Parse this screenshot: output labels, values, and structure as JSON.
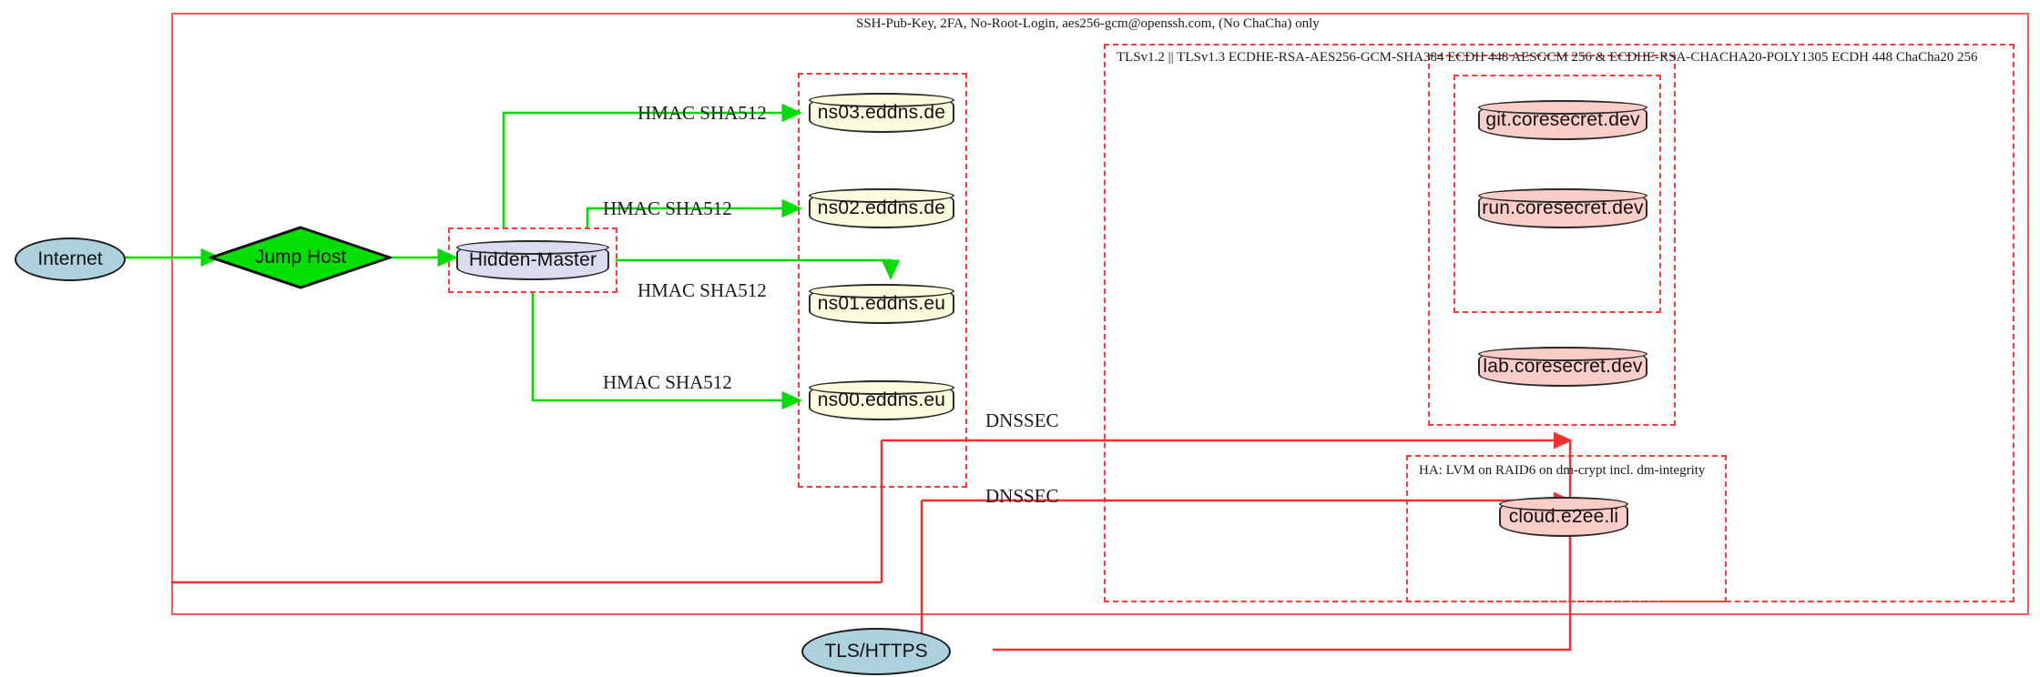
{
  "diagram": {
    "title_top": "SSH-Pub-Key, 2FA, No-Root-Login, aes256-gcm@openssh.com, (No ChaCha) only",
    "tls_cluster_label": "TLSv1.2 || TLSv1.3 ECDHE-RSA-AES256-GCM-SHA384 ECDH 448 AESGCM 256 & ECDHE-RSA-CHACHA20-POLY1305 ECDH 448 ChaCha20 256",
    "ha_cluster_label": "HA: LVM on RAID6 on dm-crypt incl. dm-integrity"
  },
  "nodes": {
    "internet": "Internet",
    "jump_host": "Jump Host",
    "hidden_master": "Hidden-Master",
    "ns03": "ns03.eddns.de",
    "ns02": "ns02.eddns.de",
    "ns01": "ns01.eddns.eu",
    "ns00": "ns00.eddns.eu",
    "git": "git.coresecret.dev",
    "run": "run.coresecret.dev",
    "lab": "lab.coresecret.dev",
    "cloud": "cloud.e2ee.li",
    "tls_https": "TLS/HTTPS"
  },
  "edge_labels": {
    "hmac_ns03": "HMAC SHA512",
    "hmac_ns02": "HMAC SHA512",
    "hmac_ns01": "HMAC SHA512",
    "hmac_ns00": "HMAC SHA512",
    "dnssec_upper": "DNSSEC",
    "dnssec_lower": "DNSSEC"
  },
  "colors": {
    "edge_green": "#00dd00",
    "edge_red": "#f23030",
    "cluster_red": "#fb3b3b",
    "node_yellow": "#fbfbdd",
    "node_lavender": "#dcdcf0",
    "node_pink": "#fbcdc8",
    "node_blue": "#aed1de",
    "node_green": "#00e000"
  }
}
